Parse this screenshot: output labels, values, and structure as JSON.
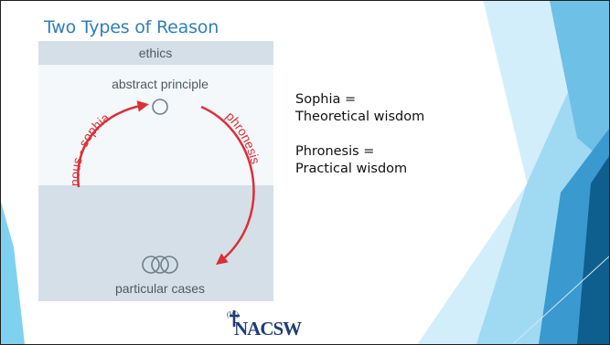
{
  "slide": {
    "title": "Two Types of Reason",
    "diagram": {
      "header": "ethics",
      "top_label": "abstract principle",
      "bottom_label": "particular cases",
      "left_arrow_label": "nous - sophia",
      "right_arrow_label": "phronesis",
      "colors": {
        "band": "#d5dfe8",
        "panel": "#f4f8fb",
        "arrow": "#dc2f36",
        "circle": "#6e7f8d",
        "text": "#4e5a66"
      }
    },
    "definitions": [
      {
        "line1": "Sophia =",
        "line2": "Theoretical wisdom"
      },
      {
        "line1": "Phronesis =",
        "line2": "Practical wisdom"
      }
    ],
    "logo": {
      "text": "NACSW",
      "small_text": "(W)"
    },
    "theme_colors": {
      "title": "#2f7fb8",
      "light": "#9ed8f0",
      "medium": "#4aa3d4",
      "dark": "#0d5f8d"
    }
  }
}
